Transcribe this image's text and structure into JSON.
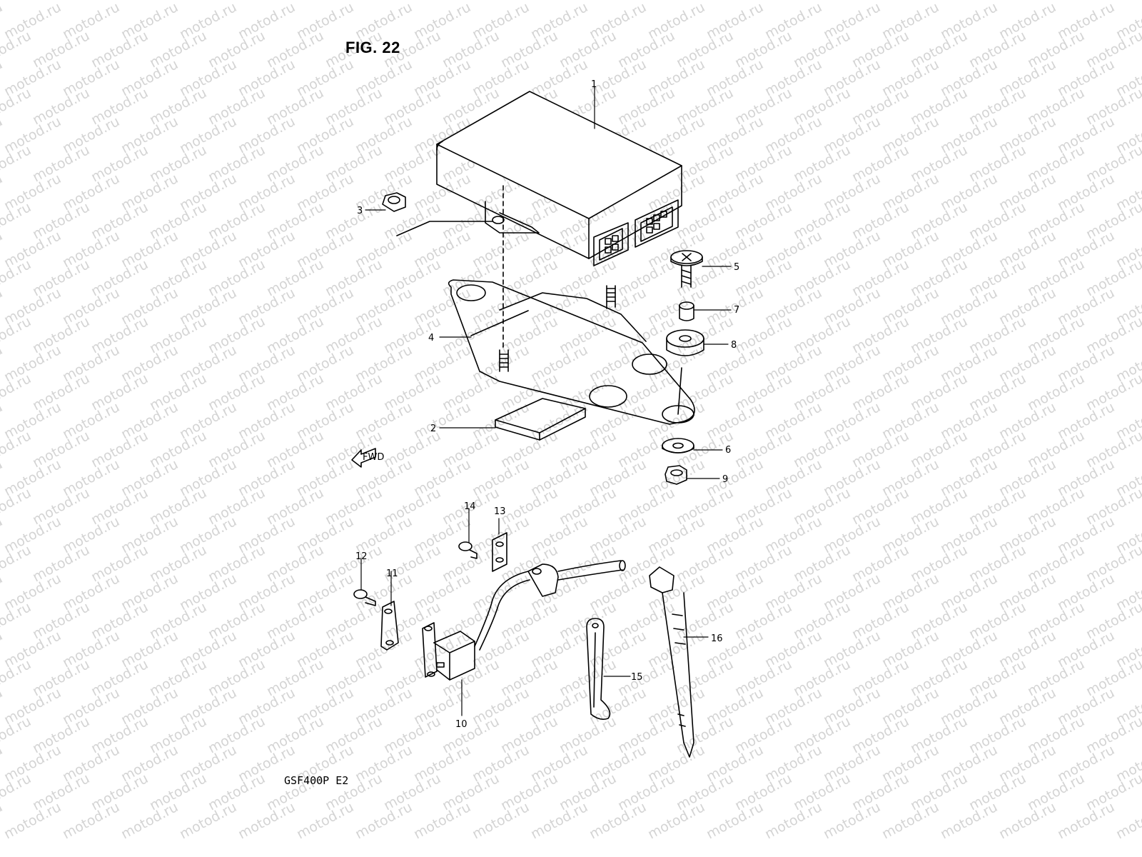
{
  "figure": {
    "title": "FIG. 22",
    "model_code": "GSF400P  E2",
    "fwd_label": "FWD",
    "watermark_text": "motod.ru",
    "line_color": "#000000",
    "watermark_color": "#d4d4d4"
  },
  "callouts": [
    {
      "id": "1",
      "label": "1"
    },
    {
      "id": "2",
      "label": "2"
    },
    {
      "id": "3",
      "label": "3"
    },
    {
      "id": "4",
      "label": "4"
    },
    {
      "id": "5",
      "label": "5"
    },
    {
      "id": "6",
      "label": "6"
    },
    {
      "id": "7",
      "label": "7"
    },
    {
      "id": "8",
      "label": "8"
    },
    {
      "id": "9",
      "label": "9"
    },
    {
      "id": "10",
      "label": "10"
    },
    {
      "id": "11",
      "label": "11"
    },
    {
      "id": "12",
      "label": "12"
    },
    {
      "id": "13",
      "label": "13"
    },
    {
      "id": "14",
      "label": "14"
    },
    {
      "id": "15",
      "label": "15"
    },
    {
      "id": "16",
      "label": "16"
    }
  ]
}
